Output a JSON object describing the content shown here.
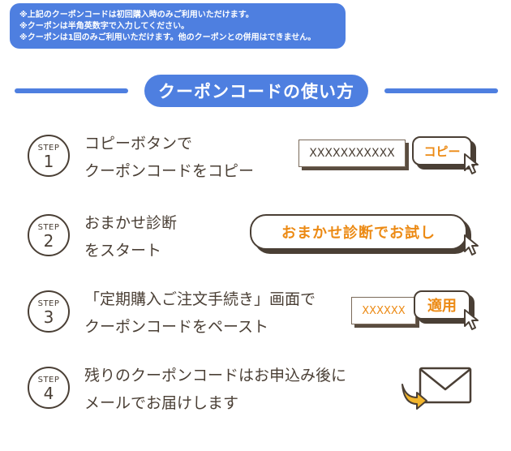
{
  "notes": [
    "※上記のクーポンコードは初回購入時のみご利用いただけます。",
    "※クーポンは半角英数字で入力してください。",
    "※クーポンは1回のみご利用いただけます。他のクーポンとの併用はできません。"
  ],
  "heading": "クーポンコードの使い方",
  "steps": [
    {
      "label": "STEP",
      "num": "1",
      "line1": "コピーボタンで",
      "line2": "クーポンコードをコピー",
      "code": "XXXXXXXXXXX",
      "button": "コピー"
    },
    {
      "label": "STEP",
      "num": "2",
      "line1": "おまかせ診断",
      "line2": "をスタート",
      "button": "おまかせ診断でお試し"
    },
    {
      "label": "STEP",
      "num": "3",
      "line1": "「定期購入ご注文手続き」画面で",
      "line2": "クーポンコードをペースト",
      "code": "XXXXXX",
      "button": "適用"
    },
    {
      "label": "STEP",
      "num": "4",
      "line1": "残りのクーポンコードはお申込み後に",
      "line2": "メールでお届けします"
    }
  ],
  "colors": {
    "blue": "#4e7fe0",
    "orange": "#ec8a14",
    "brown": "#4a3f35"
  },
  "icons": [
    "cursor-icon",
    "envelope-icon",
    "arrow-icon"
  ]
}
